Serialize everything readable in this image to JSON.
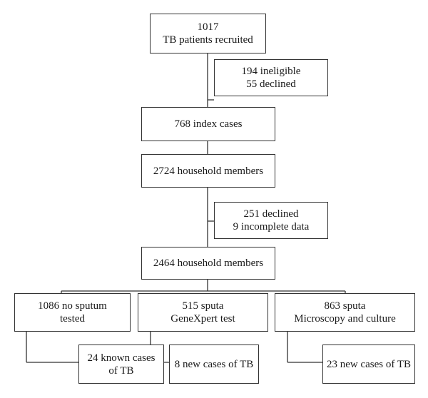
{
  "nodes": {
    "recruited": {
      "lines": [
        "1017",
        "TB patients recruited"
      ]
    },
    "excluded_1": {
      "lines": [
        "194 ineligible",
        "55 declined"
      ]
    },
    "index_cases": {
      "lines": [
        "768 index cases"
      ]
    },
    "household_2724": {
      "lines": [
        "2724 household members"
      ]
    },
    "excluded_2": {
      "lines": [
        "251 declined",
        "9 incomplete data"
      ]
    },
    "household_2464": {
      "lines": [
        "2464 household members"
      ]
    },
    "no_sputum": {
      "lines": [
        "1086 no sputum",
        "tested"
      ]
    },
    "genexpert": {
      "lines": [
        "515 sputa",
        "GeneXpert test"
      ]
    },
    "microscopy": {
      "lines": [
        "863 sputa",
        "Microscopy and culture"
      ]
    },
    "known_cases": {
      "lines": [
        "24 known cases",
        "of TB"
      ]
    },
    "new_cases_genexpert": {
      "lines": [
        "8 new cases of TB"
      ]
    },
    "new_cases_microscopy": {
      "lines": [
        "23 new cases of TB"
      ]
    }
  }
}
